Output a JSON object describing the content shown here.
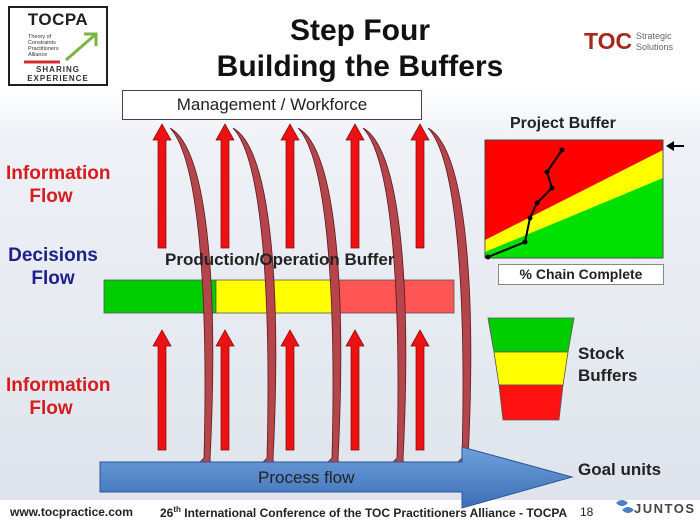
{
  "logo_tocpa": {
    "name": "TOCPA",
    "tagline": "Theory of Constraints Practitioners Alliance",
    "sharing": "SHARING",
    "experience": "EXPERIENCE"
  },
  "title": {
    "line1": "Step Four",
    "line2": "Building the Buffers"
  },
  "logo_toc": {
    "name": "TOC",
    "sub1": "Strategic",
    "sub2": "Solutions"
  },
  "management_box": "Management / Workforce",
  "labels": {
    "info_flow_top_1": "Information",
    "info_flow_top_2": "Flow",
    "decisions_1": "Decisions",
    "decisions_2": "Flow",
    "info_flow_bottom_1": "Information",
    "info_flow_bottom_2": "Flow",
    "production_buffer": "Production/Operation Buffer",
    "project_buffer": "Project Buffer",
    "chain_complete": "% Chain Complete",
    "stock_buffers_1": "Stock",
    "stock_buffers_2": "Buffers",
    "process_flow": "Process flow",
    "goal_units": "Goal units"
  },
  "footer": {
    "url": "www.tocpractice.com",
    "conf_pre": "26",
    "conf_sup": "th",
    "conf_post": " International Conference of the TOC Practitioners Alliance - TOCPA",
    "page": "18",
    "juntos": "JUNTOS"
  },
  "colors": {
    "red": "#ff0000",
    "yellow": "#ffff00",
    "green": "#00d600",
    "arrow_red": "#ee1111",
    "curve_brown": "#b5454a",
    "process_blue": "#4a7fc6",
    "info_red": "#d61c1c",
    "decision_blue": "#20208a"
  }
}
